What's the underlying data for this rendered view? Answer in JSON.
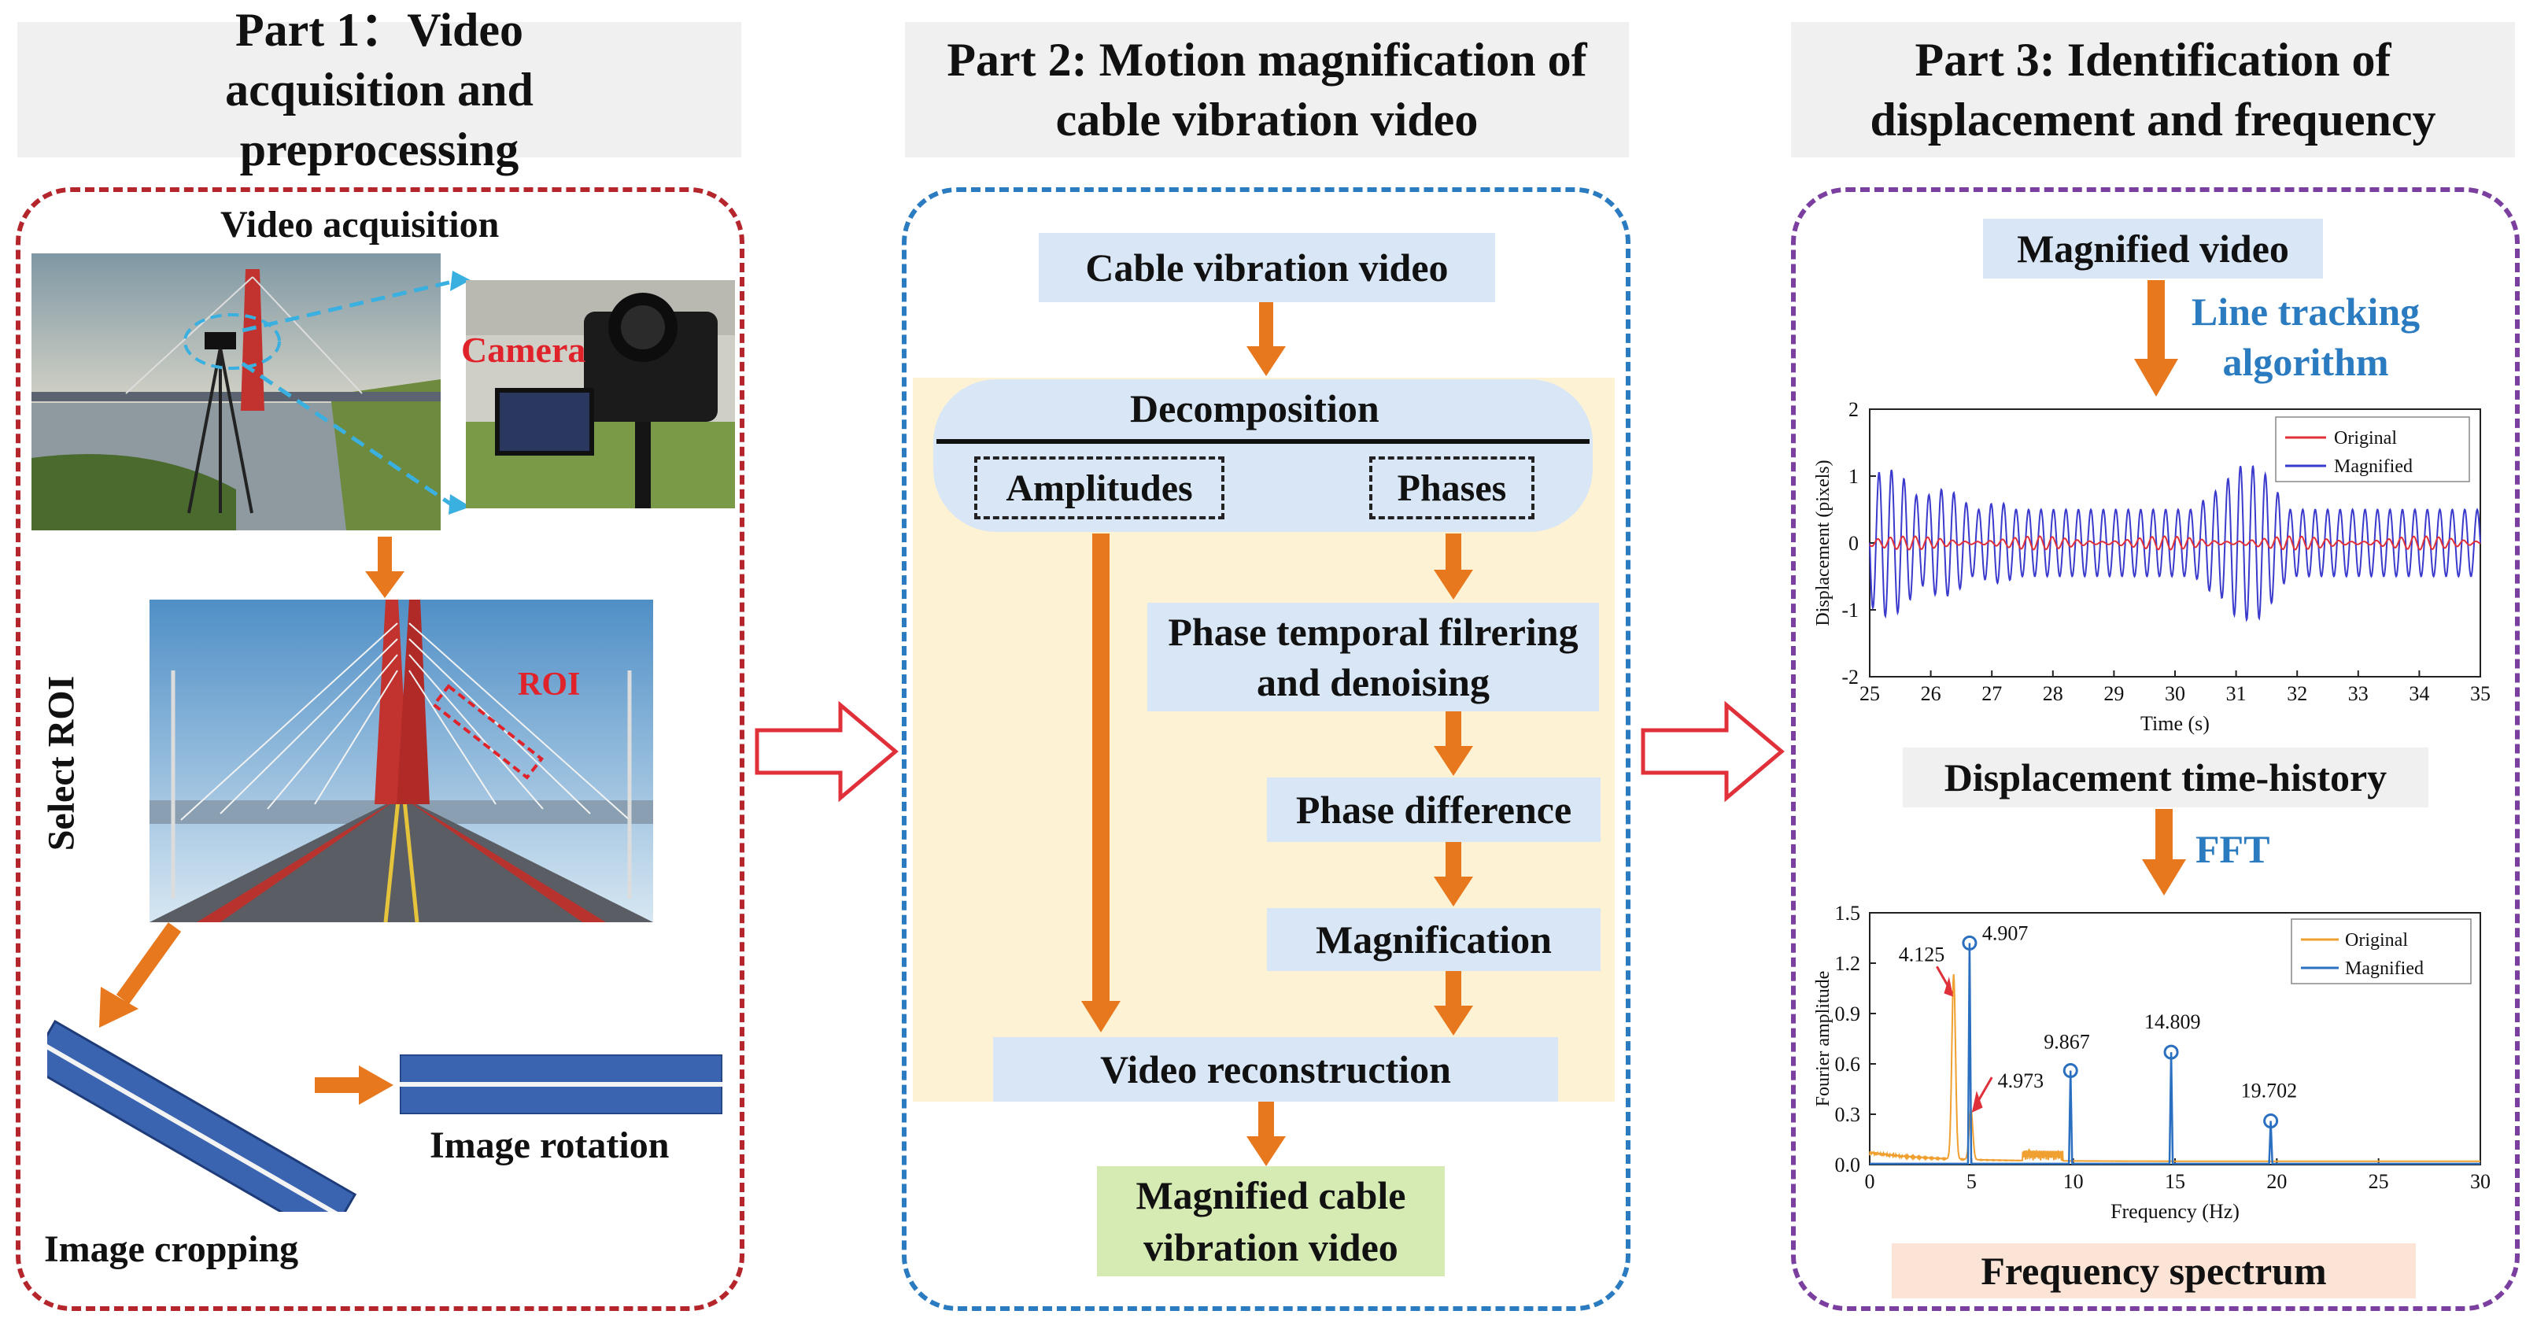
{
  "headers": {
    "part1": "Part 1：Video acquisition and preprocessing",
    "part2": "Part 2: Motion magnification of cable vibration video",
    "part3": "Part 3: Identification of displacement and frequency"
  },
  "part1": {
    "video_acquisition": "Video acquisition",
    "camera": "Camera",
    "select_roi": "Select ROI",
    "roi": "ROI",
    "image_rotation": "Image rotation",
    "image_cropping": "Image cropping"
  },
  "part2": {
    "cable_video": "Cable vibration video",
    "decomposition": "Decomposition",
    "amplitudes": "Amplitudes",
    "phases": "Phases",
    "phase_filter": "Phase temporal filrering and denoising",
    "phase_diff": "Phase difference",
    "magnification": "Magnification",
    "reconstruction": "Video reconstruction",
    "magnified_video": "Magnified cable vibration video"
  },
  "part3": {
    "magnified_video": "Magnified video",
    "line_tracking": "Line tracking algorithm",
    "disp_history": "Displacement time-history",
    "fft": "FFT",
    "freq_spectrum": "Frequency spectrum"
  },
  "colors": {
    "red": "#b5262c",
    "blue": "#2a7bbf",
    "purple": "#7b3fa0",
    "orange": "#e8781e",
    "lightblue": "#d9e6f5",
    "cream": "#fdf3d4",
    "green": "#d6eab4",
    "peach": "#fbe3d6"
  },
  "chart_data": [
    {
      "type": "line",
      "xlabel": "Time (s)",
      "ylabel": "Displacement (pixels)",
      "xlim": [
        25,
        35
      ],
      "ylim": [
        -2,
        2
      ],
      "xticks": [
        25,
        26,
        27,
        28,
        29,
        30,
        31,
        32,
        33,
        34,
        35
      ],
      "yticks": [
        -2,
        -1,
        0,
        1,
        2
      ],
      "legend_position": "top-right",
      "series": [
        {
          "name": "Original",
          "color": "#e0303a",
          "amplitude": 0.1,
          "frequency_hz": 4.9
        },
        {
          "name": "Magnified",
          "color": "#3a3acd",
          "amplitude": 1.0,
          "frequency_hz": 4.9,
          "peaks": [
            [
              25.3,
              1.1
            ],
            [
              26.2,
              -0.8
            ],
            [
              27.1,
              0.6
            ],
            [
              29.5,
              -0.4
            ],
            [
              30.8,
              0.8
            ],
            [
              31.2,
              -1.2
            ],
            [
              33.5,
              0.4
            ],
            [
              35.0,
              -0.5
            ]
          ]
        }
      ]
    },
    {
      "type": "line",
      "xlabel": "Frequency (Hz)",
      "ylabel": "Fourier amplitude",
      "xlim": [
        0,
        30
      ],
      "ylim": [
        0,
        1.5
      ],
      "xticks": [
        0,
        5,
        10,
        15,
        20,
        25,
        30
      ],
      "yticks": [
        "0.0",
        "0.3",
        "0.6",
        "0.9",
        "1.2",
        "1.5"
      ],
      "legend_position": "top-right",
      "series": [
        {
          "name": "Original",
          "color": "#f0a030",
          "peaks": [
            [
              4.125,
              1.1
            ],
            [
              4.973,
              0.3
            ]
          ]
        },
        {
          "name": "Magnified",
          "color": "#2a6fc0",
          "peaks": [
            [
              4.907,
              1.32
            ],
            [
              9.867,
              0.56
            ],
            [
              14.809,
              0.67
            ],
            [
              19.702,
              0.26
            ]
          ]
        }
      ],
      "annotations": [
        {
          "text": "4.125",
          "x": 4.125,
          "y": 1.1
        },
        {
          "text": "4.907",
          "x": 4.907,
          "y": 1.32
        },
        {
          "text": "4.973",
          "x": 4.973,
          "y": 0.3
        },
        {
          "text": "9.867",
          "x": 9.867,
          "y": 0.56
        },
        {
          "text": "14.809",
          "x": 14.809,
          "y": 0.67
        },
        {
          "text": "19.702",
          "x": 19.702,
          "y": 0.26
        }
      ]
    }
  ]
}
